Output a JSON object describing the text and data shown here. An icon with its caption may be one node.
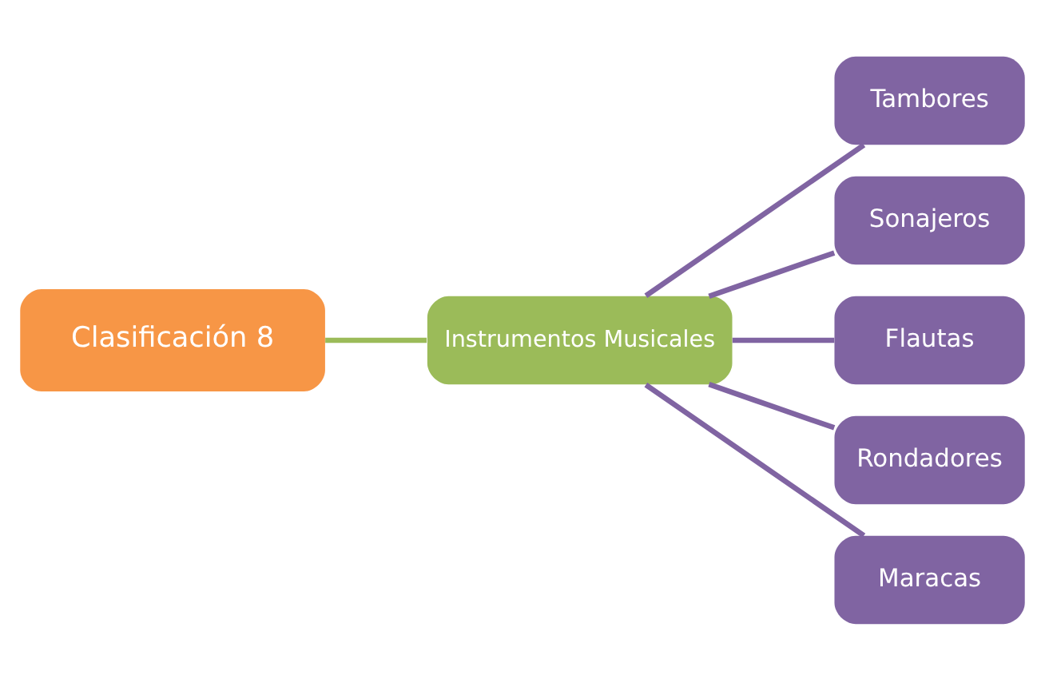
{
  "diagram": {
    "nodes": [
      {
        "text": [
          "Clasificación 8"
        ]
      },
      {
        "text": [
          "Instrumentos Musicales"
        ]
      },
      {
        "text": [
          "Tambores"
        ]
      },
      {
        "text": [
          "Sonajeros"
        ]
      },
      {
        "text": [
          "Flautas"
        ]
      },
      {
        "text": [
          "Rondadores"
        ]
      },
      {
        "text": [
          "Maracas"
        ]
      }
    ],
    "edges": [
      {
        "from": 0,
        "to": 1,
        "arrow": "none",
        "color": "#9bbb59"
      },
      {
        "from": 1,
        "to": 2,
        "arrow": "none"
      },
      {
        "from": 1,
        "to": 3,
        "arrow": "none"
      },
      {
        "from": 1,
        "to": 4,
        "arrow": "none"
      },
      {
        "from": 1,
        "to": 5,
        "arrow": "none"
      },
      {
        "from": 1,
        "to": 6,
        "arrow": "none"
      }
    ]
  }
}
